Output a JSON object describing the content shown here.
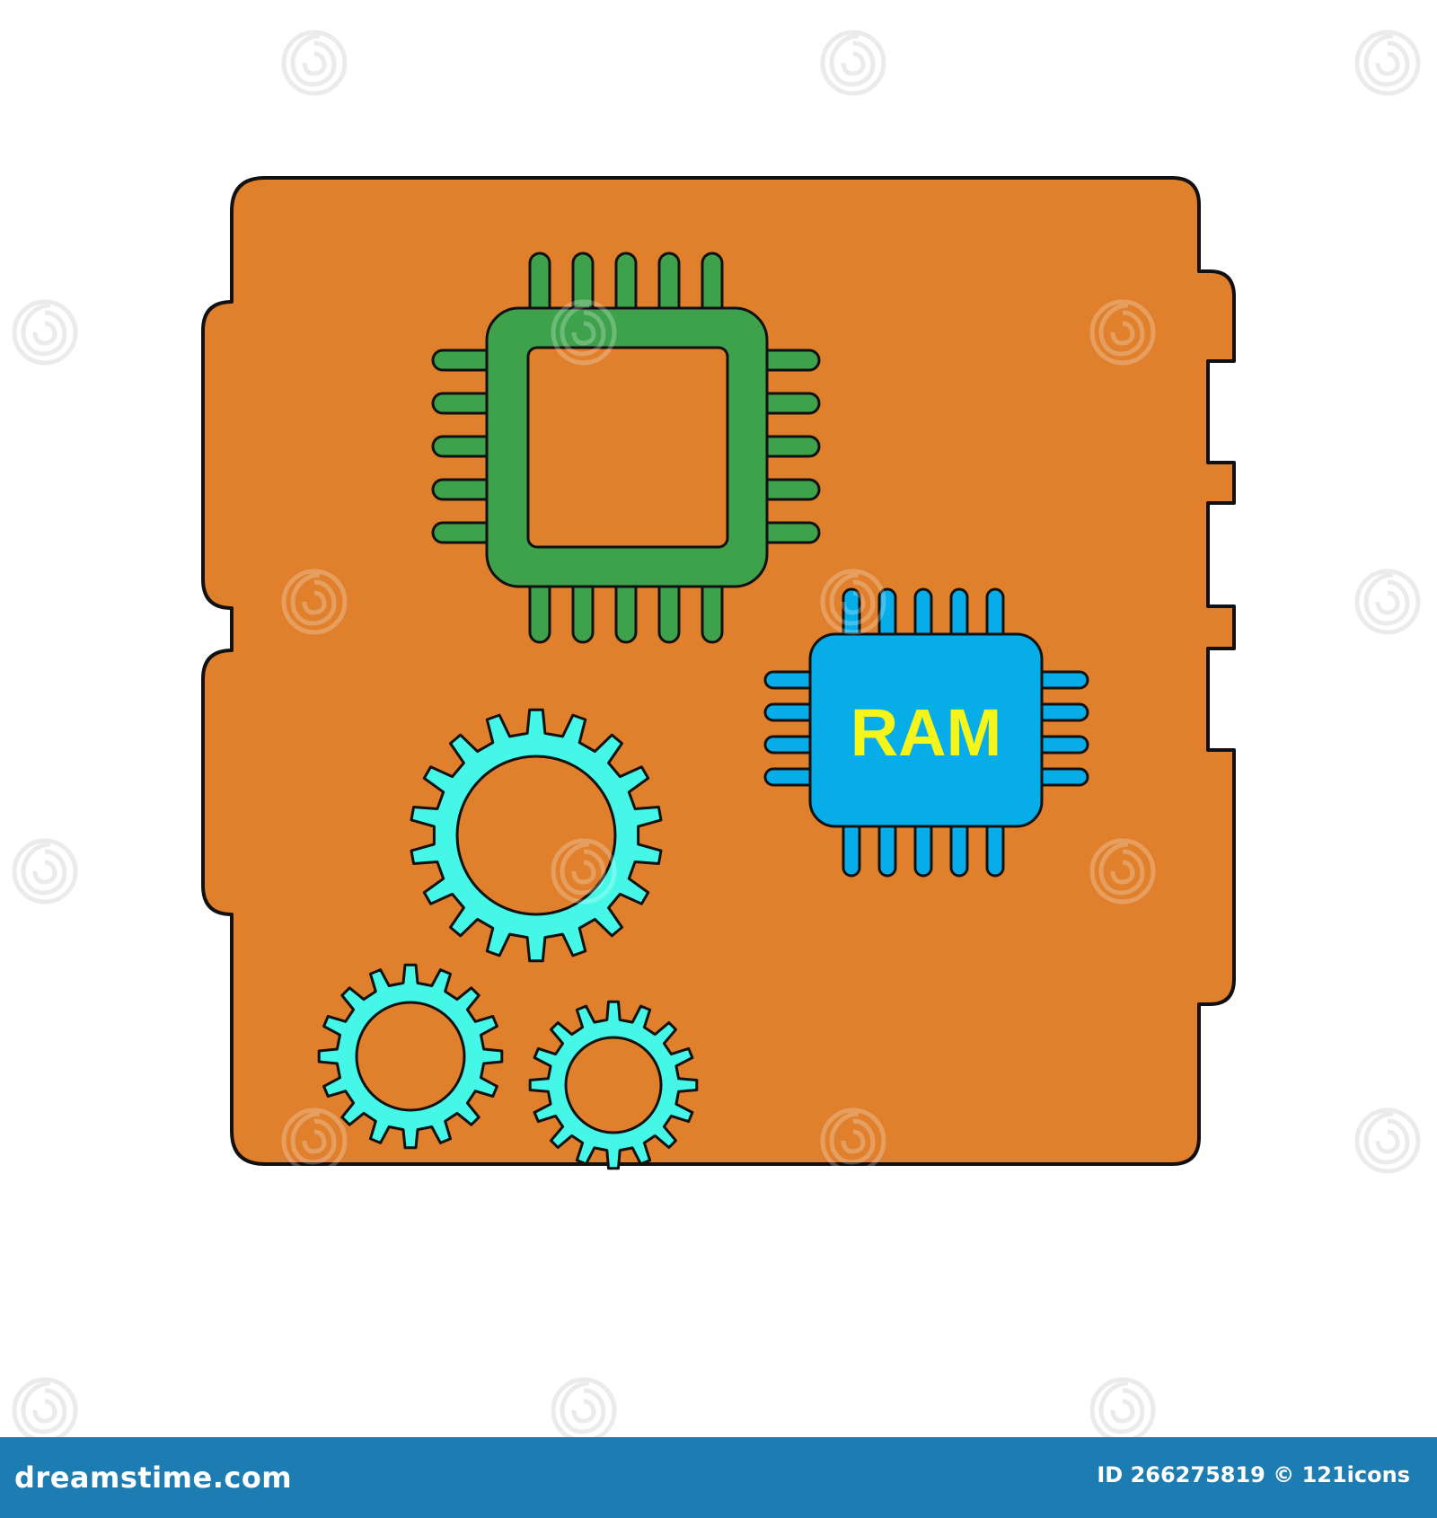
{
  "chip": {
    "label": "RAM"
  },
  "colors": {
    "board": "#e0802d",
    "outline": "#111111",
    "cpu": "#3ea24c",
    "ram": "#06ade8",
    "ram_text": "#f5f519",
    "gears": "#45f7e7",
    "footer": "#1d7db3"
  },
  "icons": [
    "circuit-board-icon",
    "cpu-chip-icon",
    "ram-chip-icon",
    "gear-icon",
    "gear-icon",
    "gear-icon"
  ],
  "watermark": {
    "site": "dreamstime.com",
    "id_line": "ID 266275819 © 121icons"
  }
}
